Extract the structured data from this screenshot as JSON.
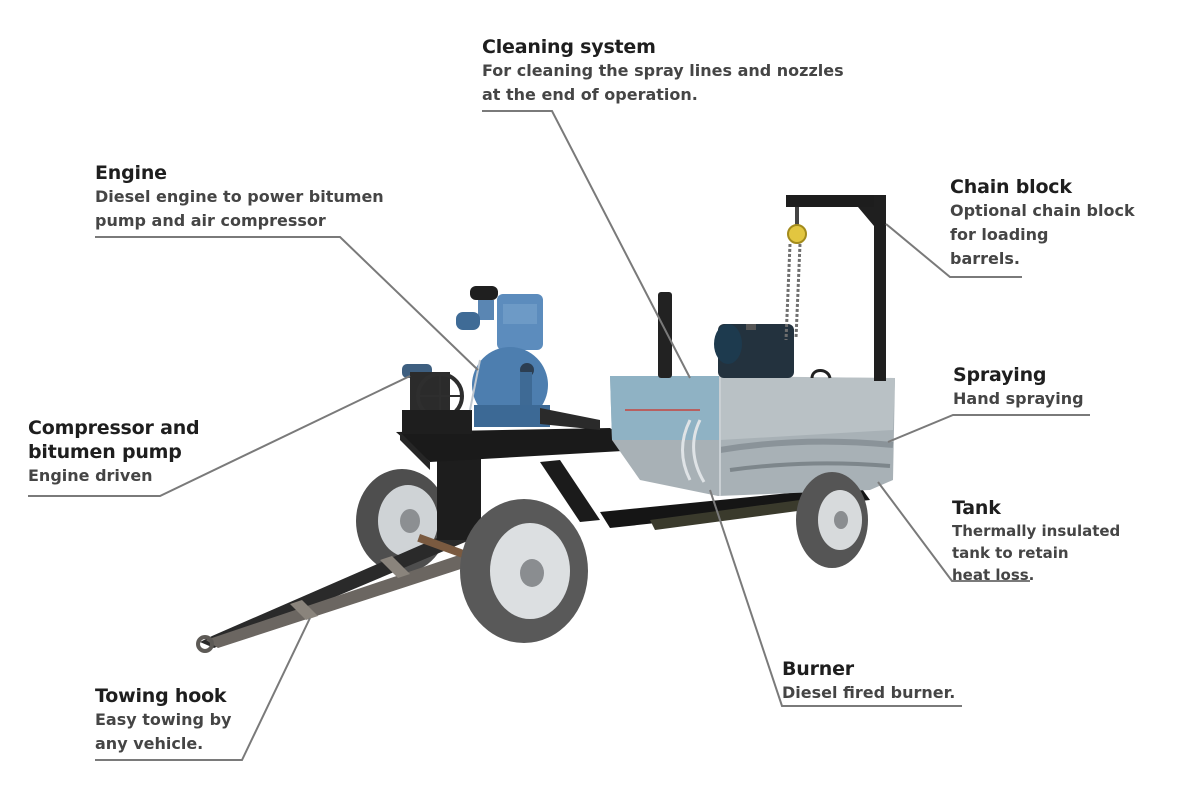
{
  "diagram": {
    "subject": "Trailer-mounted bitumen sprayer",
    "colors": {
      "background": "#ffffff",
      "title_text": "#1e1e1e",
      "desc_text": "#454545",
      "leader_line": "#7a7a7a",
      "engine_blue": "#4f7fb0",
      "tank_steel": "#a9b2b8",
      "frame_black": "#1f1f1f",
      "tyre": "#5a5a5a",
      "chain_block_yellow": "#e2c640"
    },
    "callouts": [
      {
        "id": "cleaning-system",
        "title": "Cleaning system",
        "desc_lines": [
          "For cleaning the spray lines and nozzles",
          "at the end of operation."
        ]
      },
      {
        "id": "engine",
        "title": "Engine",
        "desc_lines": [
          "Diesel engine to power bitumen",
          "pump and air compressor"
        ]
      },
      {
        "id": "chain-block",
        "title": "Chain block",
        "desc_lines": [
          "Optional chain block",
          "for loading",
          "barrels."
        ]
      },
      {
        "id": "spraying",
        "title": "Spraying",
        "desc_lines": [
          "Hand spraying"
        ]
      },
      {
        "id": "compressor",
        "title_lines": [
          "Compressor and",
          "bitumen pump"
        ],
        "desc_lines": [
          "Engine driven"
        ]
      },
      {
        "id": "tank",
        "title": "Tank",
        "desc_lines": [
          "Thermally insulated",
          "tank to retain",
          "heat loss."
        ]
      },
      {
        "id": "burner",
        "title": "Burner",
        "desc_lines": [
          "Diesel fired burner."
        ]
      },
      {
        "id": "towing-hook",
        "title": "Towing hook",
        "desc_lines": [
          "Easy towing by",
          "any vehicle."
        ]
      }
    ]
  }
}
